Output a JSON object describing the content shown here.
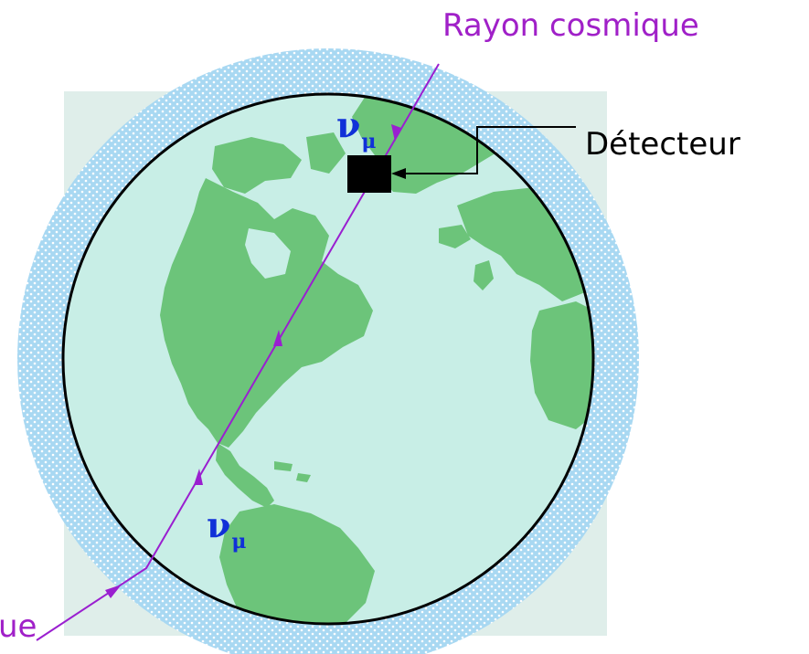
{
  "labels": {
    "cosmic_ray_top": "Rayon cosmique",
    "detector": "Détecteur",
    "cosmic_ray_bottom_fragment": "ue"
  },
  "neutrino": {
    "symbol": "ν",
    "flavor_subscript": "μ"
  },
  "colors": {
    "ray": "#9a1fd0",
    "neutrino_label": "#1030d8",
    "ocean": "#c8eee6",
    "land": "#6cc47a",
    "atmosphere": "#a8d8f2",
    "detector": "#000000"
  }
}
